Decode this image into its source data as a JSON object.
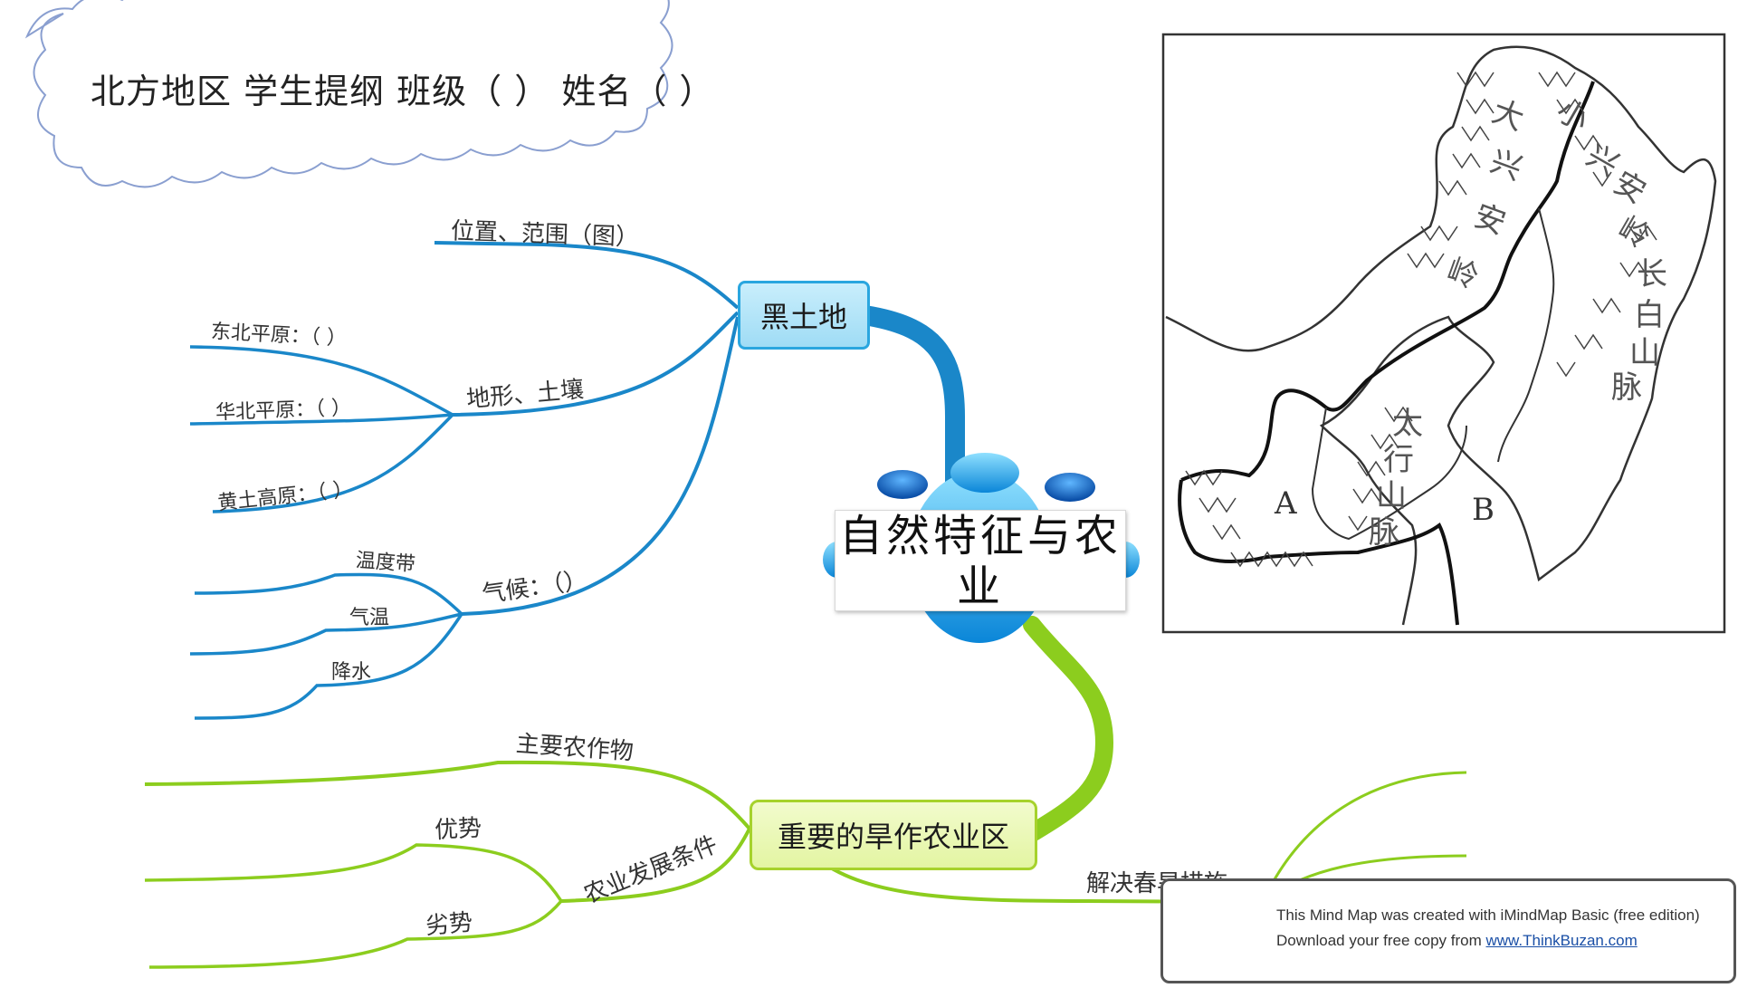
{
  "title": {
    "text": "北方地区 学生提纲 班级（ ） 姓名（ ）"
  },
  "central": {
    "text": "自然特征与农业"
  },
  "black_soil": {
    "label": "黑土地",
    "location": "位置、范围（图）",
    "terrain": {
      "label": "地形、土壤",
      "items": [
        "东北平原：（ ）",
        "华北平原：（ ）",
        "黄土高原：（ ）"
      ]
    },
    "climate": {
      "label": "气候：（）",
      "items": [
        "温度带",
        "气温",
        "降水"
      ]
    }
  },
  "dry_farming": {
    "label": "重要的旱作农业区",
    "crops": "主要农作物",
    "conditions": {
      "label": "农业发展条件",
      "items": [
        "优势",
        "劣势"
      ]
    },
    "spring_drought": "解决春旱措施"
  },
  "map": {
    "point_a": "A",
    "point_b": "B",
    "mountains": [
      "大",
      "兴",
      "安",
      "岭",
      "小",
      "兴",
      "安",
      "岭",
      "长",
      "白",
      "山",
      "脉",
      "太",
      "行",
      "山",
      "脉"
    ]
  },
  "watermark": {
    "line1": "This Mind Map was created with iMindMap Basic (free edition)",
    "line2_prefix": "Download your free copy from ",
    "link": "www.ThinkBuzan.com"
  },
  "colors": {
    "blue_branch": "#1a87c9",
    "green_branch": "#8ccd1e",
    "cloud_border": "#8a9fd0"
  }
}
